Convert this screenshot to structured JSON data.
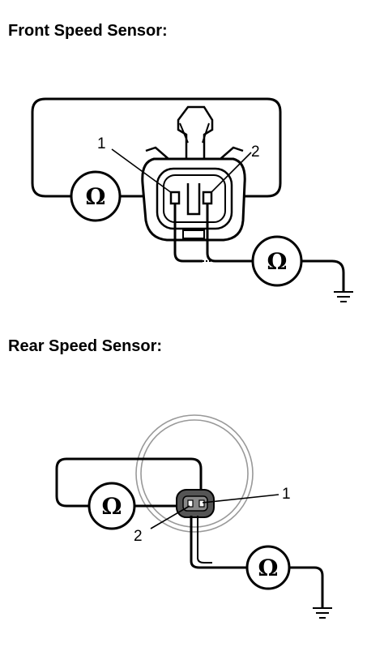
{
  "front": {
    "title": "Front Speed Sensor:",
    "terminal_1": "1",
    "terminal_2": "2",
    "meter_symbol": "Ω"
  },
  "rear": {
    "title": "Rear Speed Sensor:",
    "terminal_1": "1",
    "terminal_2": "2",
    "meter_symbol": "Ω"
  },
  "icons": [
    "ohmmeter-icon",
    "ground-icon",
    "connector-icon"
  ],
  "colors": {
    "line": "#000000",
    "background": "#ffffff",
    "rear_ring": "#999999"
  }
}
